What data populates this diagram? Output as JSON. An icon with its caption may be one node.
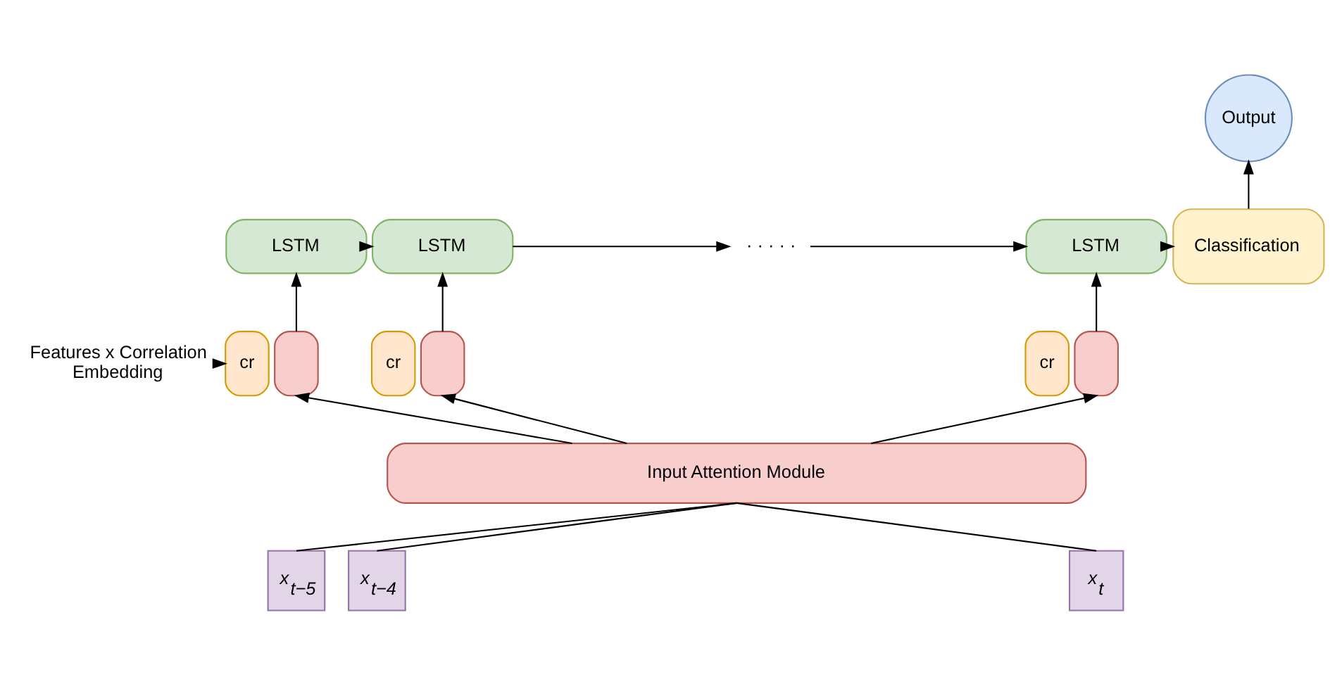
{
  "diagram": {
    "nodes": [
      {
        "text": [
          "Output"
        ]
      },
      {
        "text": [
          "LSTM"
        ]
      },
      {
        "text": [
          "LSTM"
        ]
      },
      {
        "text": [
          "· · · · ·"
        ]
      },
      {
        "text": [
          "LSTM"
        ]
      },
      {
        "text": [
          "Classification"
        ]
      },
      {
        "text": [
          "Features x Correlation Embedding"
        ]
      },
      {
        "text": [
          "cr"
        ]
      },
      {
        "text": [],
        "shape": "box"
      },
      {
        "text": [
          "cr"
        ]
      },
      {
        "text": [],
        "shape": "box"
      },
      {
        "text": [
          "cr"
        ]
      },
      {
        "text": [],
        "shape": "box"
      },
      {
        "text": [
          "Input Attention Module"
        ]
      },
      {
        "text": [
          "*x*$_{t−5}$"
        ]
      },
      {
        "text": [
          "*x*$_{t−4}$"
        ]
      },
      {
        "text": [
          "*x*$_{t}$"
        ]
      }
    ],
    "edges": [
      {
        "from": 1,
        "to": 2,
        "arrow": "to"
      },
      {
        "from": 2,
        "to": 3,
        "arrow": "to"
      },
      {
        "from": 3,
        "to": 4,
        "arrow": "to"
      },
      {
        "from": 4,
        "to": 5,
        "arrow": "to"
      },
      {
        "from": 5,
        "to": 0,
        "arrow": "to"
      },
      {
        "from": 6,
        "to": 7,
        "arrow": "to"
      },
      {
        "from": 8,
        "to": 1,
        "arrow": "to"
      },
      {
        "from": 10,
        "to": 2,
        "arrow": "to"
      },
      {
        "from": 12,
        "to": 4,
        "arrow": "to"
      },
      {
        "from": 13,
        "to": 8,
        "arrow": "to"
      },
      {
        "from": 13,
        "to": 10,
        "arrow": "to"
      },
      {
        "from": 13,
        "to": 12,
        "arrow": "to"
      },
      {
        "from": 14,
        "to": 13,
        "arrow": "none"
      },
      {
        "from": 15,
        "to": 13,
        "arrow": "none"
      },
      {
        "from": 16,
        "to": 13,
        "arrow": "none"
      }
    ]
  }
}
